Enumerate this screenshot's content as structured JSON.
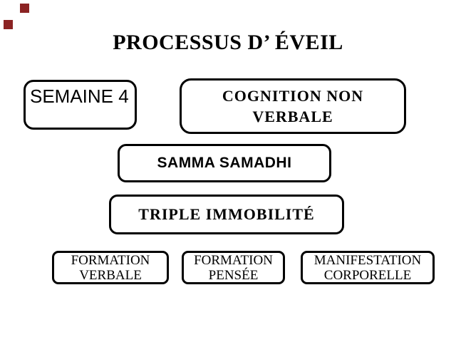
{
  "slide": {
    "title": "PROCESSUS D’ ÉVEIL"
  },
  "colors": {
    "background": "#ffffff",
    "text": "#000000",
    "box_border": "#000000",
    "accent_red": "#8B2323"
  },
  "boxes": {
    "semaine": {
      "label": "SEMAINE 4"
    },
    "cognition": {
      "line1": "COGNITION NON",
      "line2": "VERBALE"
    },
    "samma": {
      "label": "SAMMA SAMADHI"
    },
    "triple": {
      "label": "TRIPLE IMMOBILITÉ"
    },
    "formation_verbale": {
      "line1": "FORMATION",
      "line2": "VERBALE"
    },
    "formation_pensee": {
      "line1": "FORMATION",
      "line2": "PENSÉE"
    },
    "manifestation_corporelle": {
      "line1": "MANIFESTATION",
      "line2": "CORPORELLE"
    }
  }
}
